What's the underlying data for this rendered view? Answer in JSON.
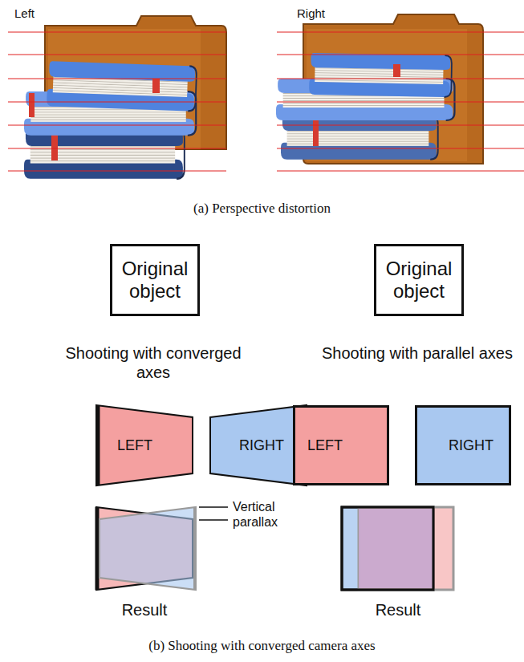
{
  "diagram": {
    "nodes": [
      {
        "text": [
          "Original object"
        ]
      },
      {
        "text": [
          "Original object"
        ]
      },
      {
        "text": [
          "LEFT"
        ]
      },
      {
        "text": [
          "RIGHT"
        ]
      },
      {
        "text": [
          "LEFT"
        ]
      },
      {
        "text": [
          "RIGHT"
        ]
      }
    ],
    "labels": [
      "Left",
      "Right",
      "(a) Perspective distortion",
      "Shooting with converged axes",
      "Shooting with parallel axes",
      "Vertical parallax",
      "Result",
      "Result",
      "(b) Shooting with converged camera axes"
    ]
  }
}
